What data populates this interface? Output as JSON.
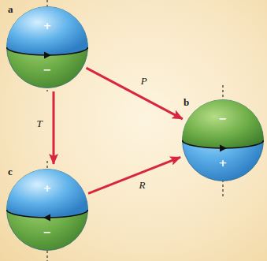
{
  "diagram": {
    "nodes": [
      {
        "text": [
          "a",
          "+",
          "−"
        ]
      },
      {
        "text": [
          "b",
          "−",
          "+"
        ]
      },
      {
        "text": [
          "c",
          "+",
          "−"
        ]
      }
    ],
    "edges": [
      {
        "from": 0,
        "to": 1,
        "label": "P",
        "arrow": "to"
      },
      {
        "from": 0,
        "to": 2,
        "label": "T",
        "arrow": "to"
      },
      {
        "from": 2,
        "to": 1,
        "label": "R",
        "arrow": "to"
      }
    ]
  }
}
